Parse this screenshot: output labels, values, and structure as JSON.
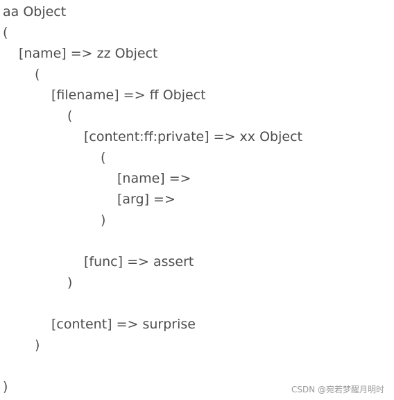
{
  "code_lines": [
    "aa Object",
    "(",
    "[name] => zz Object",
    "(",
    "[filename] => ff Object",
    "(",
    "[content:ff:private] => xx Object",
    "(",
    "[name] =>",
    "[arg] =>",
    ")",
    "[func] => assert",
    ")",
    "[content] => surprise",
    ")",
    ")"
  ],
  "watermark": "CSDN @宛若梦醒月明时"
}
